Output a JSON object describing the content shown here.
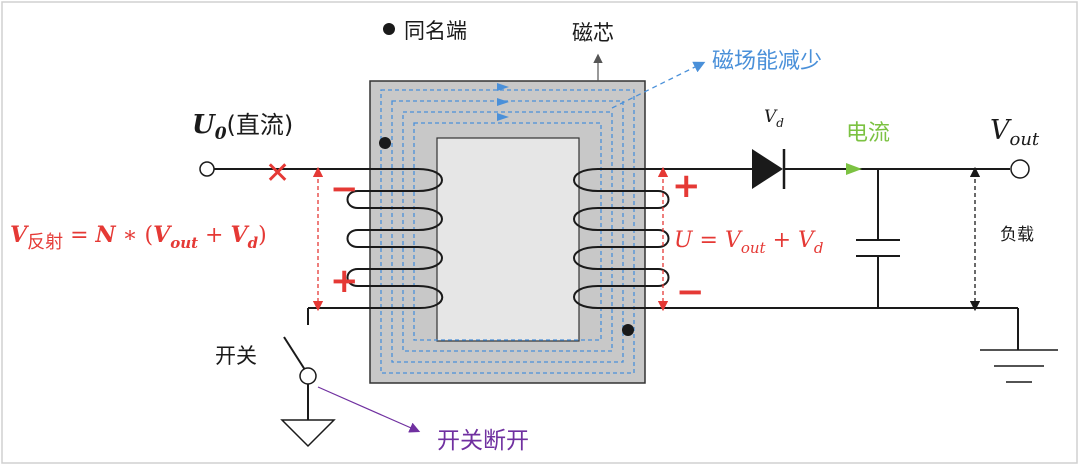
{
  "labels": {
    "dot_legend": "同名端",
    "core": "磁芯",
    "flux_decrease": "磁场能减少",
    "input_main": "U",
    "input_sub": "0",
    "input_paren": "(直流)",
    "diode_main": "V",
    "diode_sub": "d",
    "current": "电流",
    "vout_main": "V",
    "vout_sub": "out",
    "load": "负载",
    "switch": "开关",
    "switch_off": "开关断开",
    "reflect_v": "V",
    "reflect_sub": "反射",
    "reflect_eq": " = ",
    "reflect_n": "N",
    "reflect_mul": " ∗ (",
    "reflect_vout": "V",
    "reflect_vout_sub": "out",
    "reflect_plus": " + ",
    "reflect_vd": "V",
    "reflect_vd_sub": "d",
    "reflect_close": ")",
    "sec_u": "U",
    "sec_eq": " = ",
    "sec_vout": "V",
    "sec_vout_sub": "out",
    "sec_plus": " + ",
    "sec_vd": "V",
    "sec_vd_sub": "d",
    "plus": "+",
    "minus": "−",
    "cross": "✕"
  },
  "colors": {
    "red": "#e53935",
    "blue": "#4a90d9",
    "green": "#7cc242",
    "purple": "#7030a0",
    "core_fill": "#c8c8c8",
    "window_fill": "#e6e6e6",
    "dark": "#1a1a1a"
  }
}
